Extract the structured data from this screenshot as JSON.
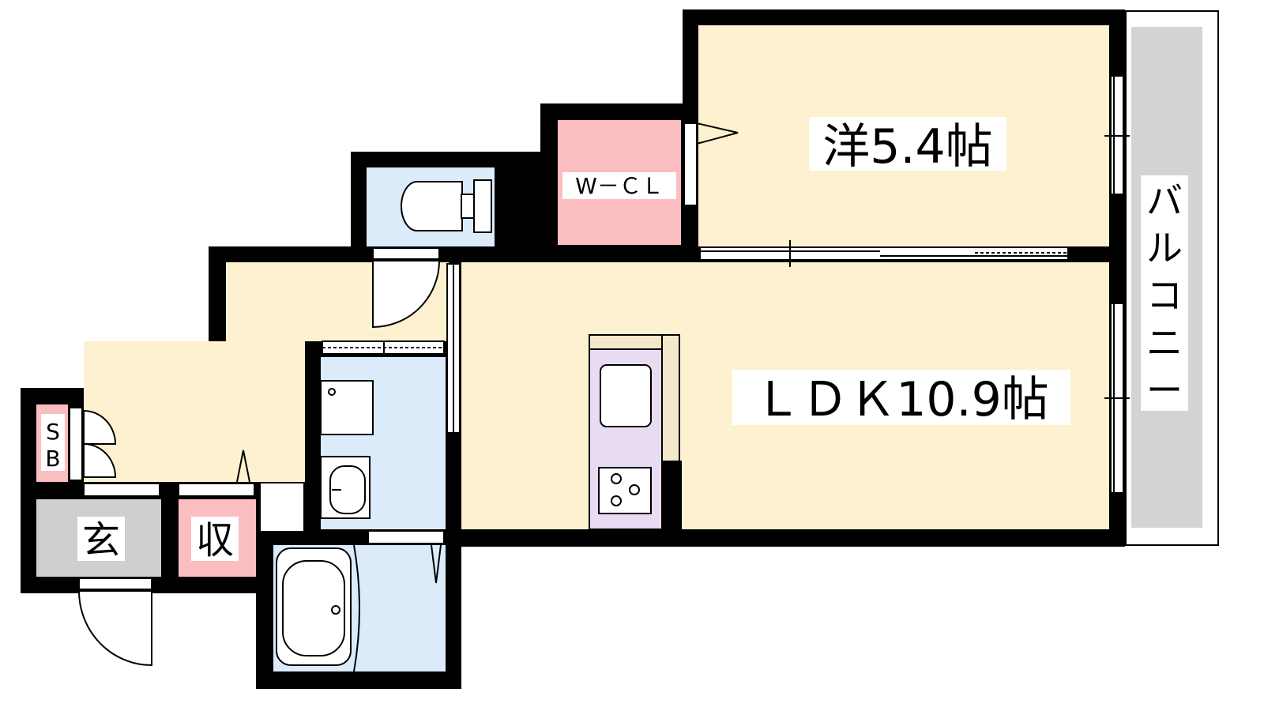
{
  "rooms": {
    "western": "洋5.4帖",
    "ldk": "ＬＤＫ10.9帖",
    "walk_in_closet": "W－ＣＬ",
    "entrance": "玄",
    "storage": "収",
    "shoe_box_top": "S",
    "shoe_box_bottom": "B",
    "balcony_chars": [
      "バ",
      "ル",
      "コ",
      "ニ",
      "ー"
    ]
  },
  "colors": {
    "wall": "#000000",
    "living_floor": "#fdf1cf",
    "wet_area": "#dcebfa",
    "closet": "#fbbec0",
    "balcony": "#d3d3d3",
    "entrance": "#cfcfcf",
    "kitchen": "#e8dcf3"
  }
}
